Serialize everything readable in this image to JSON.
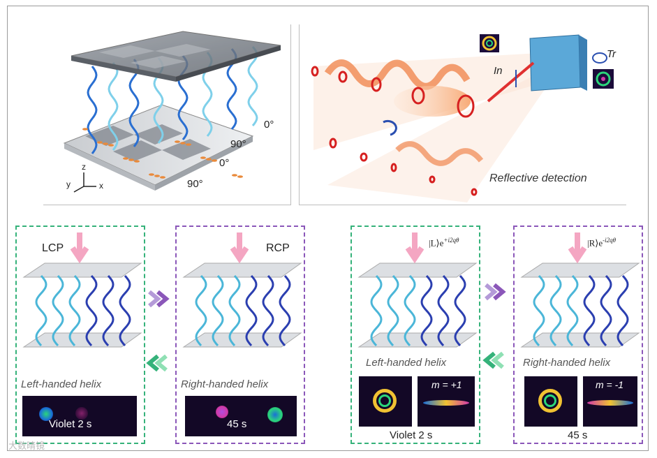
{
  "top_left": {
    "angles": [
      "0°",
      "90°",
      "0°",
      "90°"
    ],
    "axes": {
      "z": "z",
      "y": "y",
      "x": "x"
    }
  },
  "top_right": {
    "in_label": "In",
    "tr_label": "Tr",
    "caption": "Reflective detection"
  },
  "bottom": [
    {
      "pol": "LCP",
      "caption": "Left-handed helix",
      "readout": "Violet 2 s"
    },
    {
      "pol": "RCP",
      "caption": "Right-handed helix",
      "readout": "45 s"
    },
    {
      "state": "|L⟩e",
      "exp": "+i2qθ",
      "caption": "Left-handed helix",
      "m": "m = +1",
      "readout": "Violet 2 s"
    },
    {
      "state": "|R⟩e",
      "exp": "-i2qθ",
      "caption": "Right-handed helix",
      "m": "m = -1",
      "readout": "45 s"
    }
  ],
  "watermark": "大数晴镜",
  "colors": {
    "green": "#35b27a",
    "purple": "#8b57b9",
    "orange": "#f07a3a",
    "helix": "#2a6fd1"
  }
}
